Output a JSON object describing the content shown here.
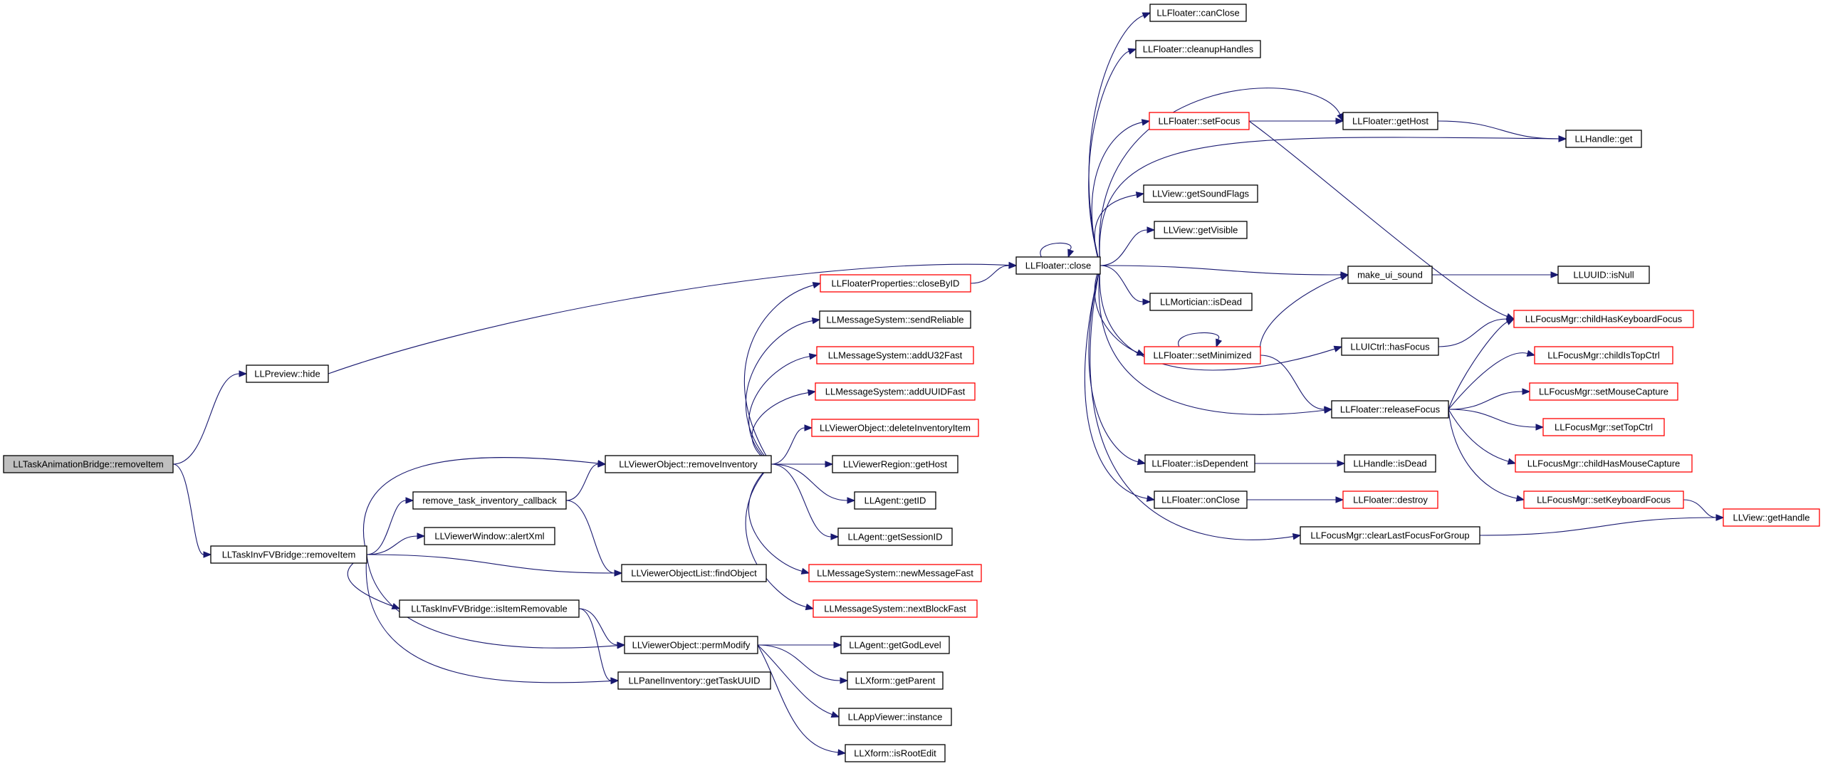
{
  "diagram": {
    "root": "n_root",
    "colors": {
      "edge": "#191970",
      "truncated_border": "#ff0000",
      "root_fill": "#bfbfbf",
      "normal_border": "#000000"
    },
    "nodes": [
      {
        "id": "n_root",
        "label": "LLTaskAnimationBridge::removeItem",
        "style": "root"
      },
      {
        "id": "n_preview_hide",
        "label": "LLPreview::hide",
        "style": "normal"
      },
      {
        "id": "n_taskinvfv_removeitem",
        "label": "LLTaskInvFVBridge::removeItem",
        "style": "normal"
      },
      {
        "id": "n_remove_task_cb",
        "label": "remove_task_inventory_callback",
        "style": "normal"
      },
      {
        "id": "n_alertxml",
        "label": "LLViewerWindow::alertXml",
        "style": "normal"
      },
      {
        "id": "n_isitemremovable",
        "label": "LLTaskInvFVBridge::isItemRemovable",
        "style": "normal"
      },
      {
        "id": "n_removeinventory",
        "label": "LLViewerObject::removeInventory",
        "style": "normal"
      },
      {
        "id": "n_findobject",
        "label": "LLViewerObjectList::findObject",
        "style": "normal"
      },
      {
        "id": "n_permmodify",
        "label": "LLViewerObject::permModify",
        "style": "normal"
      },
      {
        "id": "n_gettaskuuid",
        "label": "LLPanelInventory::getTaskUUID",
        "style": "normal"
      },
      {
        "id": "n_closebyid",
        "label": "LLFloaterProperties::closeByID",
        "style": "truncated"
      },
      {
        "id": "n_sendreliable",
        "label": "LLMessageSystem::sendReliable",
        "style": "normal"
      },
      {
        "id": "n_addu32fast",
        "label": "LLMessageSystem::addU32Fast",
        "style": "truncated"
      },
      {
        "id": "n_adduuidfast",
        "label": "LLMessageSystem::addUUIDFast",
        "style": "truncated"
      },
      {
        "id": "n_deleteinventoryitem",
        "label": "LLViewerObject::deleteInventoryItem",
        "style": "truncated"
      },
      {
        "id": "n_region_gethost",
        "label": "LLViewerRegion::getHost",
        "style": "normal"
      },
      {
        "id": "n_agent_getid",
        "label": "LLAgent::getID",
        "style": "normal"
      },
      {
        "id": "n_agent_getsessionid",
        "label": "LLAgent::getSessionID",
        "style": "normal"
      },
      {
        "id": "n_newmessagefast",
        "label": "LLMessageSystem::newMessageFast",
        "style": "truncated"
      },
      {
        "id": "n_nextblockfast",
        "label": "LLMessageSystem::nextBlockFast",
        "style": "truncated"
      },
      {
        "id": "n_getgodlevel",
        "label": "LLAgent::getGodLevel",
        "style": "normal"
      },
      {
        "id": "n_xform_getparent",
        "label": "LLXform::getParent",
        "style": "normal"
      },
      {
        "id": "n_appviewer_instance",
        "label": "LLAppViewer::instance",
        "style": "normal"
      },
      {
        "id": "n_xform_isrootedit",
        "label": "LLXform::isRootEdit",
        "style": "normal"
      },
      {
        "id": "n_floater_close",
        "label": "LLFloater::close",
        "style": "normal"
      },
      {
        "id": "n_canclose",
        "label": "LLFloater::canClose",
        "style": "normal"
      },
      {
        "id": "n_cleanuphandles",
        "label": "LLFloater::cleanupHandles",
        "style": "normal"
      },
      {
        "id": "n_setfocus",
        "label": "LLFloater::setFocus",
        "style": "truncated"
      },
      {
        "id": "n_getsoundflags",
        "label": "LLView::getSoundFlags",
        "style": "normal"
      },
      {
        "id": "n_getvisible",
        "label": "LLView::getVisible",
        "style": "normal"
      },
      {
        "id": "n_isdead_mortician",
        "label": "LLMortician::isDead",
        "style": "normal"
      },
      {
        "id": "n_setminimized",
        "label": "LLFloater::setMinimized",
        "style": "truncated"
      },
      {
        "id": "n_isdependent",
        "label": "LLFloater::isDependent",
        "style": "normal"
      },
      {
        "id": "n_onclose",
        "label": "LLFloater::onClose",
        "style": "normal"
      },
      {
        "id": "n_clearlastfocus",
        "label": "LLFocusMgr::clearLastFocusForGroup",
        "style": "normal"
      },
      {
        "id": "n_floater_gethost",
        "label": "LLFloater::getHost",
        "style": "normal"
      },
      {
        "id": "n_make_ui_sound",
        "label": "make_ui_sound",
        "style": "normal"
      },
      {
        "id": "n_uictrl_hasfocus",
        "label": "LLUICtrl::hasFocus",
        "style": "normal"
      },
      {
        "id": "n_releasefocus",
        "label": "LLFloater::releaseFocus",
        "style": "normal"
      },
      {
        "id": "n_handle_isdead",
        "label": "LLHandle::isDead",
        "style": "normal"
      },
      {
        "id": "n_floater_destroy",
        "label": "LLFloater::destroy",
        "style": "truncated"
      },
      {
        "id": "n_handle_get",
        "label": "LLHandle::get",
        "style": "normal"
      },
      {
        "id": "n_uuid_isnull",
        "label": "LLUUID::isNull",
        "style": "normal"
      },
      {
        "id": "n_childhaskeyboardfocus",
        "label": "LLFocusMgr::childHasKeyboardFocus",
        "style": "truncated"
      },
      {
        "id": "n_childistopctrl",
        "label": "LLFocusMgr::childIsTopCtrl",
        "style": "truncated"
      },
      {
        "id": "n_setmousecapture",
        "label": "LLFocusMgr::setMouseCapture",
        "style": "truncated"
      },
      {
        "id": "n_settopctrl",
        "label": "LLFocusMgr::setTopCtrl",
        "style": "truncated"
      },
      {
        "id": "n_childhasmousecapture",
        "label": "LLFocusMgr::childHasMouseCapture",
        "style": "truncated"
      },
      {
        "id": "n_setkeyboardfocus",
        "label": "LLFocusMgr::setKeyboardFocus",
        "style": "truncated"
      },
      {
        "id": "n_view_gethandle",
        "label": "LLView::getHandle",
        "style": "truncated"
      }
    ],
    "edges": [
      [
        "n_root",
        "n_preview_hide"
      ],
      [
        "n_root",
        "n_taskinvfv_removeitem"
      ],
      [
        "n_preview_hide",
        "n_floater_close"
      ],
      [
        "n_taskinvfv_removeitem",
        "n_removeinventory"
      ],
      [
        "n_taskinvfv_removeitem",
        "n_remove_task_cb"
      ],
      [
        "n_taskinvfv_removeitem",
        "n_alertxml"
      ],
      [
        "n_taskinvfv_removeitem",
        "n_findobject"
      ],
      [
        "n_taskinvfv_removeitem",
        "n_isitemremovable"
      ],
      [
        "n_taskinvfv_removeitem",
        "n_permmodify"
      ],
      [
        "n_taskinvfv_removeitem",
        "n_gettaskuuid"
      ],
      [
        "n_remove_task_cb",
        "n_removeinventory"
      ],
      [
        "n_remove_task_cb",
        "n_findobject"
      ],
      [
        "n_isitemremovable",
        "n_permmodify"
      ],
      [
        "n_isitemremovable",
        "n_gettaskuuid"
      ],
      [
        "n_removeinventory",
        "n_closebyid"
      ],
      [
        "n_removeinventory",
        "n_sendreliable"
      ],
      [
        "n_removeinventory",
        "n_addu32fast"
      ],
      [
        "n_removeinventory",
        "n_adduuidfast"
      ],
      [
        "n_removeinventory",
        "n_deleteinventoryitem"
      ],
      [
        "n_removeinventory",
        "n_region_gethost"
      ],
      [
        "n_removeinventory",
        "n_agent_getid"
      ],
      [
        "n_removeinventory",
        "n_agent_getsessionid"
      ],
      [
        "n_removeinventory",
        "n_newmessagefast"
      ],
      [
        "n_removeinventory",
        "n_nextblockfast"
      ],
      [
        "n_permmodify",
        "n_getgodlevel"
      ],
      [
        "n_permmodify",
        "n_xform_getparent"
      ],
      [
        "n_permmodify",
        "n_appviewer_instance"
      ],
      [
        "n_permmodify",
        "n_xform_isrootedit"
      ],
      [
        "n_closebyid",
        "n_floater_close"
      ],
      [
        "n_floater_close",
        "n_floater_close"
      ],
      [
        "n_floater_close",
        "n_canclose"
      ],
      [
        "n_floater_close",
        "n_cleanuphandles"
      ],
      [
        "n_floater_close",
        "n_setfocus"
      ],
      [
        "n_floater_close",
        "n_floater_gethost"
      ],
      [
        "n_floater_close",
        "n_handle_get"
      ],
      [
        "n_floater_close",
        "n_getsoundflags"
      ],
      [
        "n_floater_close",
        "n_getvisible"
      ],
      [
        "n_floater_close",
        "n_make_ui_sound"
      ],
      [
        "n_floater_close",
        "n_isdead_mortician"
      ],
      [
        "n_floater_close",
        "n_setminimized"
      ],
      [
        "n_floater_close",
        "n_uictrl_hasfocus"
      ],
      [
        "n_floater_close",
        "n_releasefocus"
      ],
      [
        "n_floater_close",
        "n_isdependent"
      ],
      [
        "n_floater_close",
        "n_onclose"
      ],
      [
        "n_floater_close",
        "n_clearlastfocus"
      ],
      [
        "n_setfocus",
        "n_floater_gethost"
      ],
      [
        "n_setfocus",
        "n_childhaskeyboardfocus"
      ],
      [
        "n_floater_gethost",
        "n_handle_get"
      ],
      [
        "n_setminimized",
        "n_setminimized"
      ],
      [
        "n_setminimized",
        "n_make_ui_sound"
      ],
      [
        "n_setminimized",
        "n_releasefocus"
      ],
      [
        "n_make_ui_sound",
        "n_uuid_isnull"
      ],
      [
        "n_uictrl_hasfocus",
        "n_childhaskeyboardfocus"
      ],
      [
        "n_releasefocus",
        "n_childhaskeyboardfocus"
      ],
      [
        "n_releasefocus",
        "n_childistopctrl"
      ],
      [
        "n_releasefocus",
        "n_setmousecapture"
      ],
      [
        "n_releasefocus",
        "n_settopctrl"
      ],
      [
        "n_releasefocus",
        "n_childhasmousecapture"
      ],
      [
        "n_releasefocus",
        "n_setkeyboardfocus"
      ],
      [
        "n_isdependent",
        "n_handle_isdead"
      ],
      [
        "n_onclose",
        "n_floater_destroy"
      ],
      [
        "n_clearlastfocus",
        "n_view_gethandle"
      ],
      [
        "n_setkeyboardfocus",
        "n_view_gethandle"
      ]
    ]
  }
}
